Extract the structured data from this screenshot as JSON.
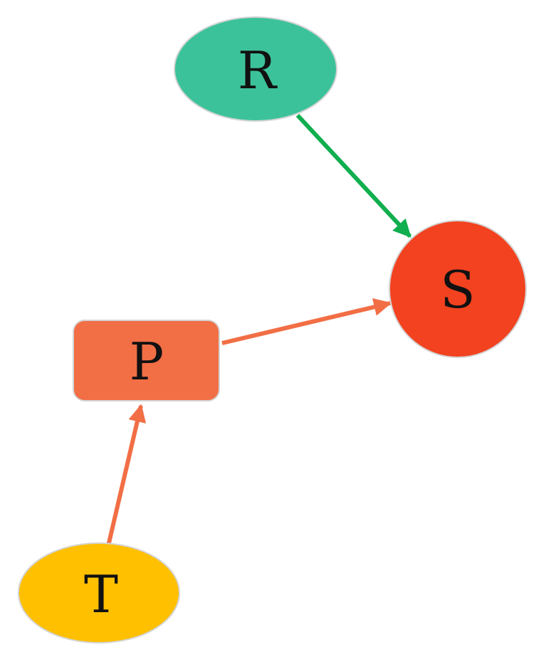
{
  "nodes": {
    "R": {
      "label": "R",
      "color": "#3CC29A"
    },
    "S": {
      "label": "S",
      "color": "#F2421F"
    },
    "P": {
      "label": "P",
      "color": "#F26E45"
    },
    "T": {
      "label": "T",
      "color": "#FFC000"
    }
  },
  "edges": [
    {
      "from": "R",
      "to": "S",
      "color": "#10AE4F"
    },
    {
      "from": "P",
      "to": "S",
      "color": "#F26E45"
    },
    {
      "from": "T",
      "to": "P",
      "color": "#F26E45"
    }
  ]
}
